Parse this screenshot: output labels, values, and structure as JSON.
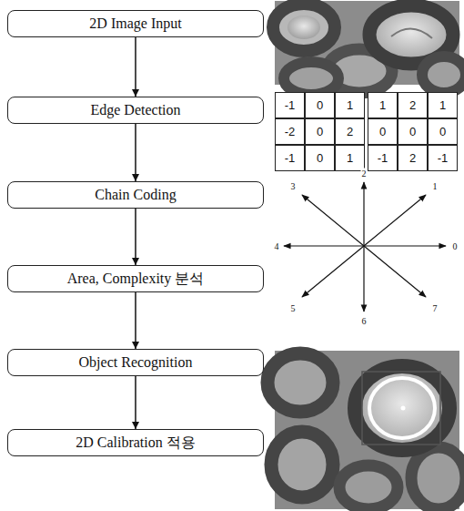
{
  "diagram": {
    "nodes": [
      {
        "text": [
          "2D Image Input"
        ]
      },
      {
        "text": [
          "Edge Detection"
        ]
      },
      {
        "text": [
          "Chain Coding"
        ]
      },
      {
        "text": [
          "Area, Complexity 분석"
        ]
      },
      {
        "text": [
          "Object Recognition"
        ]
      },
      {
        "text": [
          "2D Calibration 적용"
        ]
      }
    ],
    "edges": [
      {
        "from": 0,
        "to": 1,
        "arrow": "to"
      },
      {
        "from": 1,
        "to": 2,
        "arrow": "to"
      },
      {
        "from": 2,
        "to": 3,
        "arrow": "to"
      },
      {
        "from": 3,
        "to": 4,
        "arrow": "to"
      },
      {
        "from": 4,
        "to": 5,
        "arrow": "to"
      }
    ],
    "labels": [
      "-1",
      "0",
      "1",
      "1",
      "2",
      "1",
      "-2",
      "0",
      "2",
      "0",
      "0",
      "0",
      "-1",
      "0",
      "1",
      "-1",
      "2",
      "-1",
      "2",
      "3",
      "1",
      "4",
      "0",
      "5",
      "6",
      "7"
    ]
  }
}
